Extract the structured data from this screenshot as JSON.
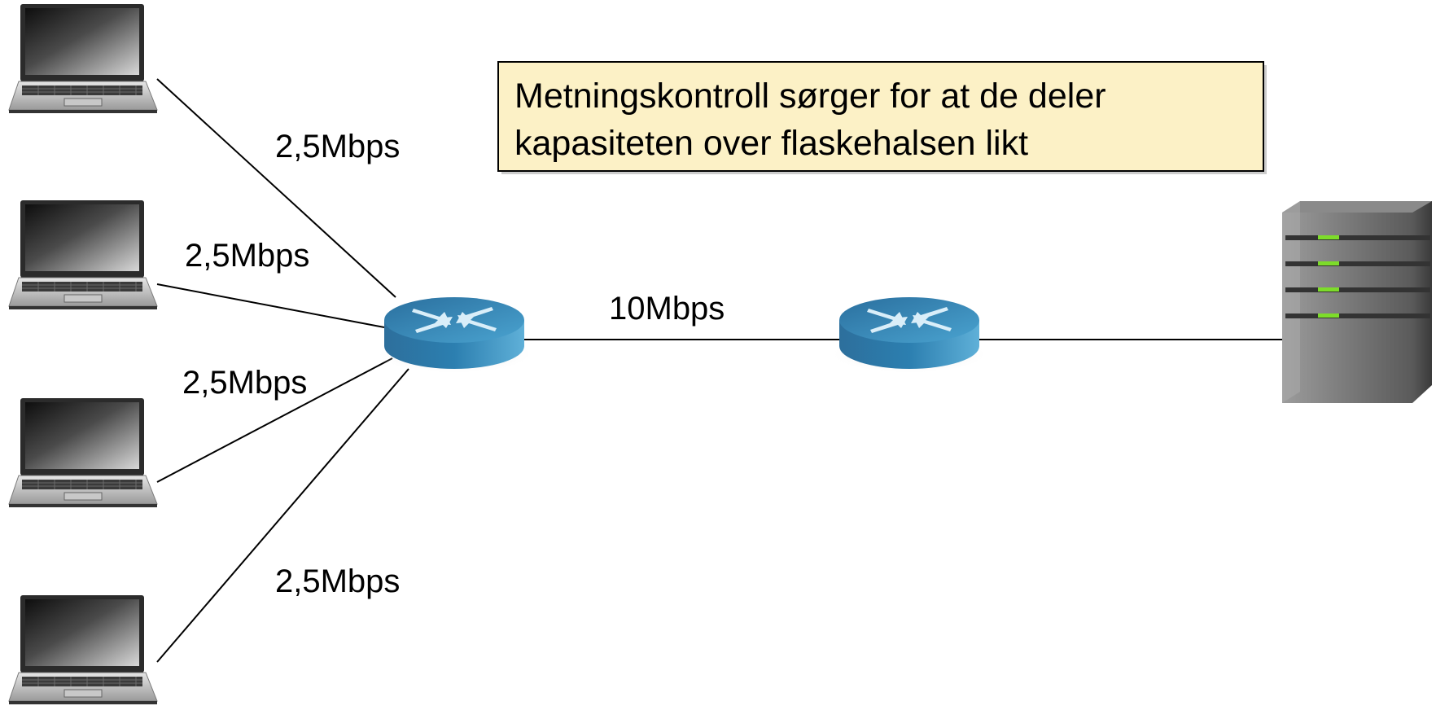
{
  "note": {
    "lines": [
      "Metningskontroll sørger for at de deler",
      "kapasiteten over flaskehalsen likt"
    ]
  },
  "links": {
    "laptop1": "2,5Mbps",
    "laptop2": "2,5Mbps",
    "laptop3": "2,5Mbps",
    "laptop4": "2,5Mbps",
    "bottleneck": "10Mbps"
  },
  "icons": {
    "laptop": "laptop-icon",
    "router": "router-icon",
    "server": "server-icon"
  },
  "colors": {
    "note_background": "#fcf1c6",
    "router_blue": "#2c7fb0",
    "server_led": "#7ddc2a"
  }
}
